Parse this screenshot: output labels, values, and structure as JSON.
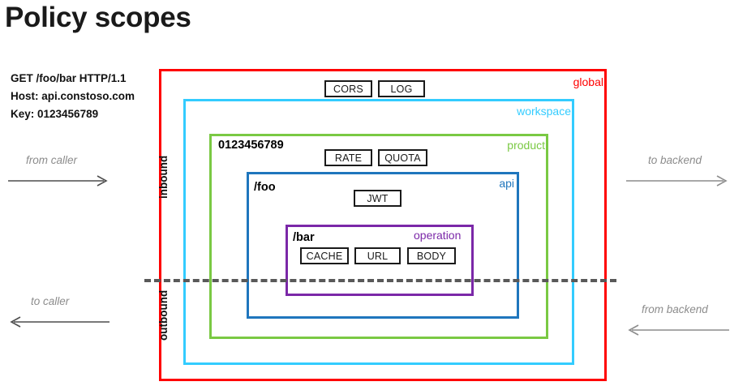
{
  "title": "Policy scopes",
  "request": {
    "line1": "GET /foo/bar HTTP/1.1",
    "line2": "Host: api.constoso.com",
    "line3": "Key: 0123456789"
  },
  "direction_labels": {
    "inbound": "inbound",
    "outbound": "outbound"
  },
  "flows": {
    "from_caller": "from caller",
    "to_caller": "to caller",
    "to_backend": "to backend",
    "from_backend": "from backend"
  },
  "scopes": [
    {
      "id": "global",
      "label": "global",
      "color": "#ff0000",
      "path_label": "",
      "policies": [
        "CORS",
        "LOG"
      ]
    },
    {
      "id": "workspace",
      "label": "workspace",
      "color": "#33ccff",
      "path_label": "",
      "policies": []
    },
    {
      "id": "product",
      "label": "product",
      "color": "#7ac943",
      "path_label": "0123456789",
      "policies": [
        "RATE",
        "QUOTA"
      ]
    },
    {
      "id": "api",
      "label": "api",
      "color": "#1f76bd",
      "path_label": "/foo",
      "policies": [
        "JWT"
      ]
    },
    {
      "id": "operation",
      "label": "operation",
      "color": "#7b28a8",
      "path_label": "/bar",
      "policies": [
        "CACHE",
        "URL",
        "BODY"
      ]
    }
  ],
  "chips": {
    "cors": "CORS",
    "log": "LOG",
    "rate": "RATE",
    "quota": "QUOTA",
    "jwt": "JWT",
    "cache": "CACHE",
    "url": "URL",
    "body": "BODY"
  },
  "colors": {
    "global": "#ff0000",
    "workspace": "#33ccff",
    "product": "#7ac943",
    "api": "#1f76bd",
    "operation": "#7b28a8",
    "divider": "#595959",
    "flow_text": "#8c8c8c",
    "chip_border": "#1a1a1a"
  }
}
